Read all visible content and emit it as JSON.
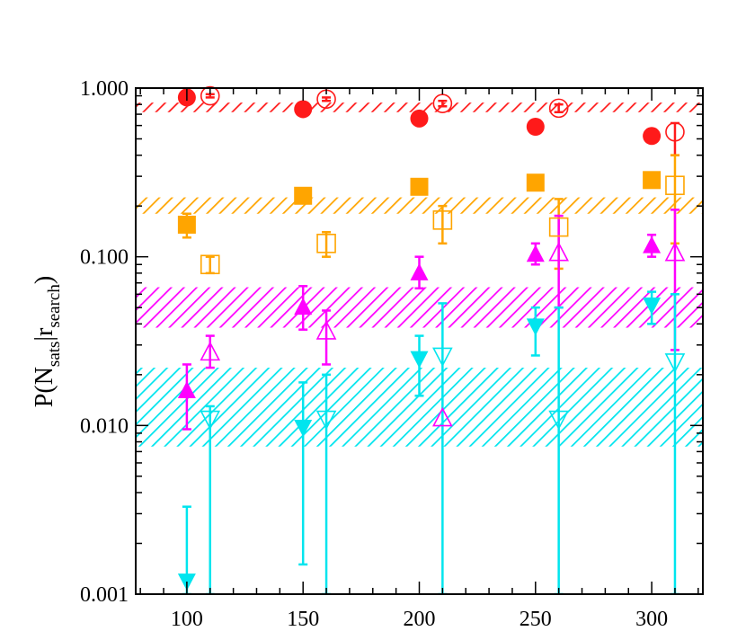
{
  "chart_data": {
    "type": "scatter",
    "xlim": [
      78,
      322
    ],
    "ylim": [
      0.001,
      1.0
    ],
    "yscale": "log",
    "xticks": [
      {
        "value": 100,
        "label": "100"
      },
      {
        "value": 150,
        "label": "150"
      },
      {
        "value": 200,
        "label": "200"
      },
      {
        "value": 250,
        "label": "250"
      },
      {
        "value": 300,
        "label": "300"
      }
    ],
    "yticks": [
      {
        "value": 0.001,
        "label": "0.001"
      },
      {
        "value": 0.01,
        "label": "0.010"
      },
      {
        "value": 0.1,
        "label": "0.100"
      },
      {
        "value": 1.0,
        "label": "1.000"
      }
    ],
    "ylabel": {
      "main": "P(N",
      "sub1": "sats",
      "mid": "|r",
      "sub2": "search",
      "end": ")"
    },
    "xlabel": "",
    "bands": [
      {
        "color": "#ff1a1a",
        "low": 0.72,
        "high": 0.82
      },
      {
        "color": "#ffa500",
        "low": 0.18,
        "high": 0.225
      },
      {
        "color": "#ff00ff",
        "low": 0.038,
        "high": 0.066
      },
      {
        "color": "#00e5ee",
        "low": 0.0075,
        "high": 0.022
      }
    ],
    "series": [
      {
        "color": "#ff1a1a",
        "marker": "circle",
        "filled": true,
        "points": [
          {
            "x": 100,
            "y": 0.88
          },
          {
            "x": 150,
            "y": 0.75
          },
          {
            "x": 200,
            "y": 0.66
          },
          {
            "x": 250,
            "y": 0.59
          },
          {
            "x": 300,
            "y": 0.52
          }
        ]
      },
      {
        "color": "#ff1a1a",
        "marker": "circle",
        "filled": false,
        "points": [
          {
            "x": 110,
            "y": 0.9,
            "lo": 0.88,
            "hi": 0.92
          },
          {
            "x": 160,
            "y": 0.86,
            "lo": 0.84,
            "hi": 0.88
          },
          {
            "x": 210,
            "y": 0.81,
            "lo": 0.78,
            "hi": 0.84
          },
          {
            "x": 260,
            "y": 0.76,
            "lo": 0.72,
            "hi": 0.8
          },
          {
            "x": 310,
            "y": 0.55,
            "lo": 0.4,
            "hi": 0.62
          }
        ]
      },
      {
        "color": "#ffa500",
        "marker": "square",
        "filled": true,
        "points": [
          {
            "x": 100,
            "y": 0.155,
            "lo": 0.13,
            "hi": 0.18
          },
          {
            "x": 150,
            "y": 0.23
          },
          {
            "x": 200,
            "y": 0.26
          },
          {
            "x": 250,
            "y": 0.275
          },
          {
            "x": 300,
            "y": 0.285
          }
        ]
      },
      {
        "color": "#ffa500",
        "marker": "square",
        "filled": false,
        "points": [
          {
            "x": 110,
            "y": 0.09,
            "lo": 0.08,
            "hi": 0.1
          },
          {
            "x": 160,
            "y": 0.12,
            "lo": 0.1,
            "hi": 0.14
          },
          {
            "x": 210,
            "y": 0.165,
            "lo": 0.12,
            "hi": 0.2
          },
          {
            "x": 260,
            "y": 0.15,
            "lo": 0.085,
            "hi": 0.22
          },
          {
            "x": 310,
            "y": 0.265,
            "lo": 0.12,
            "hi": 0.4
          }
        ]
      },
      {
        "color": "#ff00ff",
        "marker": "triangle-up",
        "filled": true,
        "points": [
          {
            "x": 100,
            "y": 0.016,
            "lo": 0.0095,
            "hi": 0.023
          },
          {
            "x": 150,
            "y": 0.05,
            "lo": 0.037,
            "hi": 0.067
          },
          {
            "x": 200,
            "y": 0.08,
            "lo": 0.065,
            "hi": 0.1
          },
          {
            "x": 250,
            "y": 0.103,
            "lo": 0.09,
            "hi": 0.12
          },
          {
            "x": 300,
            "y": 0.116,
            "lo": 0.1,
            "hi": 0.135
          }
        ]
      },
      {
        "color": "#ff00ff",
        "marker": "triangle-up",
        "filled": false,
        "points": [
          {
            "x": 110,
            "y": 0.027,
            "lo": 0.022,
            "hi": 0.034
          },
          {
            "x": 160,
            "y": 0.036,
            "lo": 0.023,
            "hi": 0.048
          },
          {
            "x": 210,
            "y": 0.011
          },
          {
            "x": 260,
            "y": 0.105,
            "lo": 0.05,
            "hi": 0.175
          },
          {
            "x": 310,
            "y": 0.105,
            "lo": 0.028,
            "hi": 0.19
          }
        ]
      },
      {
        "color": "#00e5ee",
        "marker": "triangle-down",
        "filled": true,
        "points": [
          {
            "x": 100,
            "y": 0.0012,
            "lo": 0.001,
            "hi": 0.0033
          },
          {
            "x": 150,
            "y": 0.0098,
            "lo": 0.0015,
            "hi": 0.018
          },
          {
            "x": 200,
            "y": 0.025,
            "lo": 0.015,
            "hi": 0.034
          },
          {
            "x": 250,
            "y": 0.039,
            "lo": 0.026,
            "hi": 0.05
          },
          {
            "x": 300,
            "y": 0.052,
            "lo": 0.04,
            "hi": 0.062
          }
        ]
      },
      {
        "color": "#00e5ee",
        "marker": "triangle-down",
        "filled": false,
        "points": [
          {
            "x": 110,
            "y": 0.011,
            "lo": 0.001,
            "hi": 0.013
          },
          {
            "x": 160,
            "y": 0.011,
            "lo": 0.001,
            "hi": 0.02
          },
          {
            "x": 210,
            "y": 0.026,
            "lo": 0.001,
            "hi": 0.053
          },
          {
            "x": 260,
            "y": 0.011,
            "lo": 0.001,
            "hi": 0.05
          },
          {
            "x": 310,
            "y": 0.024,
            "lo": 0.001,
            "hi": 0.06
          }
        ]
      }
    ]
  }
}
